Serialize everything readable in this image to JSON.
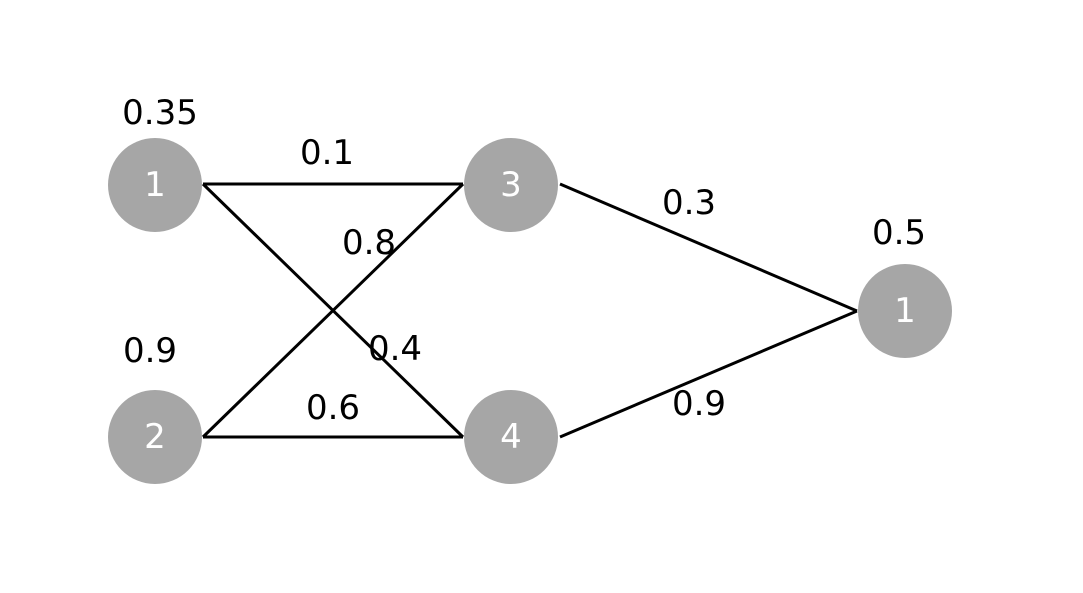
{
  "colors": {
    "node_fill": "#a6a6a6",
    "node_text": "#ffffff",
    "edge": "#000000",
    "text": "#000000"
  },
  "nodes": [
    {
      "id": "in1",
      "label": "1",
      "value": "0.35"
    },
    {
      "id": "in2",
      "label": "2",
      "value": "0.9"
    },
    {
      "id": "h3",
      "label": "3",
      "value": ""
    },
    {
      "id": "h4",
      "label": "4",
      "value": ""
    },
    {
      "id": "out1",
      "label": "1",
      "value": "0.5"
    }
  ],
  "edges": [
    {
      "from": "in1",
      "to": "h3",
      "weight": "0.1"
    },
    {
      "from": "in2",
      "to": "h3",
      "weight": "0.8"
    },
    {
      "from": "in1",
      "to": "h4",
      "weight": "0.4"
    },
    {
      "from": "in2",
      "to": "h4",
      "weight": "0.6"
    },
    {
      "from": "h3",
      "to": "out1",
      "weight": "0.3"
    },
    {
      "from": "h4",
      "to": "out1",
      "weight": "0.9"
    }
  ]
}
